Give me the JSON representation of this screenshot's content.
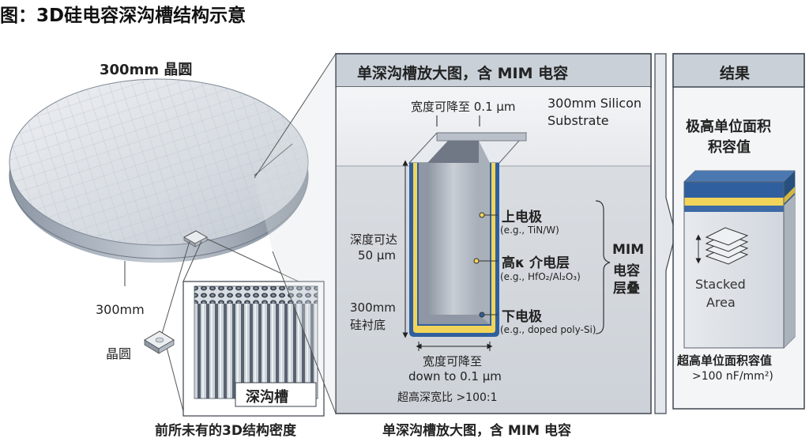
{
  "title": "图：3D硅电容深沟槽结构示意",
  "left": {
    "wafer_heading": "300mm 晶圆",
    "diameter_label": "300mm",
    "small_wafer_label": "晶圆",
    "trench_array_label": "深沟槽",
    "caption": "前所未有的3D结构密度"
  },
  "middle": {
    "header": "单深沟槽放大图，含 MIM 电容",
    "top_width": "宽度可降至 0.1 µm",
    "substrate_line1": "300mm Silicon",
    "substrate_line2": "Substrate",
    "depth_line1": "深度可达",
    "depth_line2": "50 µm",
    "base_line1": "300mm",
    "base_line2": "硅衬底",
    "top_electrode": "上电极",
    "top_electrode_eg": "(e.g., TiN/W)",
    "dielectric": "高κ 介电层",
    "dielectric_eg": "(e.g., HfO₂/Al₂O₃)",
    "bottom_electrode": "下电极",
    "bottom_electrode_eg": "(e.g., doped poly-Si)",
    "stack_label_1": "MIM",
    "stack_label_2": "电容",
    "stack_label_3": "层叠",
    "bottom_width_line1": "宽度可降至",
    "bottom_width_line2": "down to 0.1 µm",
    "aspect_ratio": "超高深宽比 >100:1",
    "caption": "单深沟槽放大图，含 MIM 电容"
  },
  "right": {
    "header": "结果",
    "headline_1": "极高单位面积",
    "headline_2": "积容值",
    "cube_label_1": "Stacked",
    "cube_label_2": "Area",
    "result_1": "超高单位面积容值",
    "result_2": ">100 nF/mm²)"
  },
  "colors": {
    "panel_header": "#c9d0d8",
    "panel_border": "#3f4650",
    "electrode_blue": "#2f5f9e",
    "dielectric_yellow": "#f2d45a",
    "silicon_grey": "#d7dbe0"
  }
}
